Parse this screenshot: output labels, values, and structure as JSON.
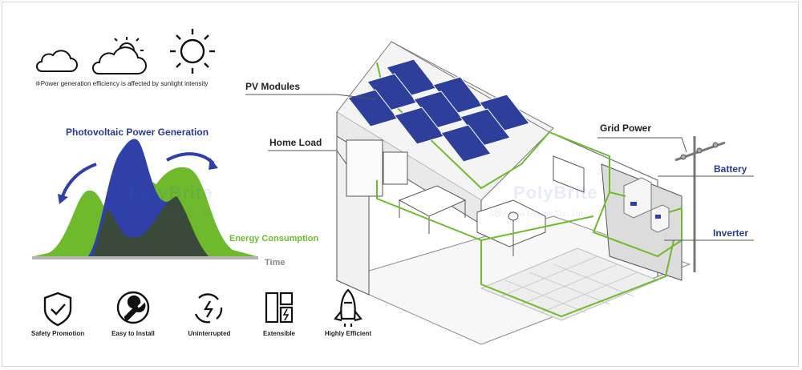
{
  "note": "❊Power generation efficiency is affected by sunlight intensity",
  "weather_icons": [
    "cloud-icon",
    "partly-sunny-icon",
    "sun-icon"
  ],
  "chart": {
    "title": "Photovoltaic Power Generation",
    "energy_label": "Energy Consumption",
    "time_label": "Time"
  },
  "features": [
    {
      "icon": "shield-check-icon",
      "label": "Safety Promotion"
    },
    {
      "icon": "wrench-icon",
      "label": "Easy to Install"
    },
    {
      "icon": "power-cycle-icon",
      "label": "Uninterrupted"
    },
    {
      "icon": "modules-icon",
      "label": "Extensible"
    },
    {
      "icon": "rocket-icon",
      "label": "Highly Efficient"
    }
  ],
  "callouts": {
    "pv_modules": "PV Modules",
    "home_load": "Home Load",
    "grid_power": "Grid Power",
    "battery": "Battery",
    "inverter": "Inverter"
  },
  "watermark": {
    "brand": "PolyBrite",
    "company": "SBM New Energy Co., Ltd."
  },
  "colors": {
    "blue": "#2b3a8c",
    "green": "#6fba2c",
    "dark": "#3a4a3a",
    "panel": "#2d3f9a"
  }
}
